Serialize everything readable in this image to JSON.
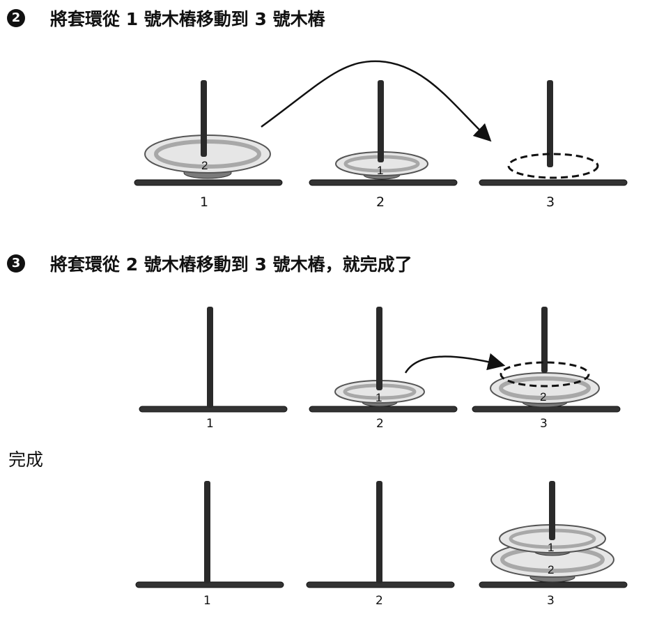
{
  "step2": {
    "marker": "2",
    "text": "將套環從 1 號木樁移動到 3 號木樁"
  },
  "step3": {
    "marker": "3",
    "text": "將套環從 2 號木樁移動到 3 號木樁，就完成了"
  },
  "done": {
    "text": "完成"
  },
  "peg_labels": [
    "1",
    "2",
    "3"
  ],
  "disk_labels": {
    "small": "1",
    "large": "2"
  },
  "colors": {
    "ink": "#111111",
    "disk_fill": "#dcdcdc",
    "disk_ring": "#a8a8a8",
    "disk_hub": "#7a7a7a"
  }
}
